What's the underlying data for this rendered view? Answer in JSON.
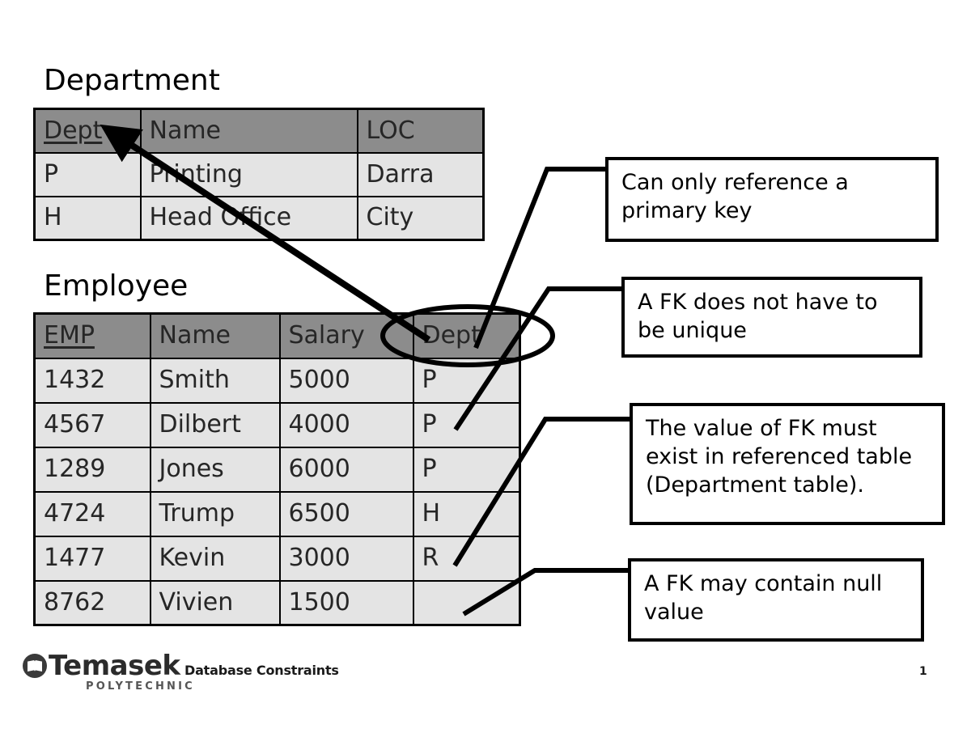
{
  "slide": {
    "background_color": "#ffffff",
    "accent_header_color": "#8c8c8c",
    "cell_color": "#e4e4e4",
    "line_color": "#000000"
  },
  "department": {
    "title": "Department",
    "columns": [
      {
        "label": "Dept",
        "primary_key": true
      },
      {
        "label": "Name",
        "primary_key": false
      },
      {
        "label": "LOC",
        "primary_key": false
      }
    ],
    "rows": [
      [
        "P",
        "Printing",
        "Darra"
      ],
      [
        "H",
        "Head Office",
        "City"
      ]
    ]
  },
  "employee": {
    "title": "Employee",
    "columns": [
      {
        "label": "EMP",
        "primary_key": true
      },
      {
        "label": "Name",
        "primary_key": false
      },
      {
        "label": "Salary",
        "primary_key": false
      },
      {
        "label": "Dept",
        "primary_key": false,
        "foreign_key": true
      }
    ],
    "rows": [
      [
        "1432",
        "Smith",
        "5000",
        "P"
      ],
      [
        "4567",
        "Dilbert",
        "4000",
        "P"
      ],
      [
        "1289",
        "Jones",
        "6000",
        "P"
      ],
      [
        "4724",
        "Trump",
        "6500",
        "H"
      ],
      [
        "1477",
        "Kevin",
        "3000",
        "R"
      ],
      [
        "8762",
        "Vivien",
        "1500",
        ""
      ]
    ]
  },
  "callouts": [
    {
      "text": "Can only reference a\nprimary key"
    },
    {
      "text": "A FK does not have to\nbe unique"
    },
    {
      "text": "The value of FK must\nexist in referenced table\n(Department table)."
    },
    {
      "text": "A FK may contain null\nvalue"
    }
  ],
  "footer": {
    "logo_word": "Temasek",
    "logo_sub": "POLYTECHNIC",
    "title": "Database Constraints",
    "page_number": "1"
  }
}
